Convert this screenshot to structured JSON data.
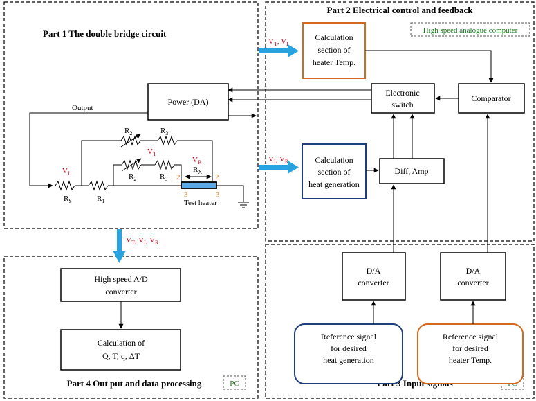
{
  "parts": {
    "p1": {
      "title": "Part 1 The double bridge circuit"
    },
    "p2": {
      "title": "Part 2 Electrical control and feedback",
      "badge": "High speed analogue computer"
    },
    "p3": {
      "title": "Part 3 Input signals",
      "badge": "PC"
    },
    "p4": {
      "title": "Part 4 Out put and data processing",
      "badge": "PC"
    }
  },
  "boxes": {
    "power": "Power (DA)",
    "calc_temp": [
      "Calculation",
      "section of",
      "heater Temp."
    ],
    "electronic_switch": [
      "Electronic",
      "switch"
    ],
    "comparator": "Comparator",
    "calc_heat": [
      "Calculation",
      "section of",
      "heat generation"
    ],
    "diff_amp": "Diff, Amp",
    "da1": [
      "D/A",
      "converter"
    ],
    "da2": [
      "D/A",
      "converter"
    ],
    "ref1": [
      "Reference signal",
      "for desired",
      "heat generation"
    ],
    "ref2": [
      "Reference signal",
      "for desired",
      "heater Temp."
    ],
    "adc": [
      "High speed A/D",
      "converter"
    ],
    "calc_out": [
      "Calculation of",
      "Q, T, q, ΔT"
    ]
  },
  "signals": {
    "arrow_top": {
      "a": "V",
      "a_sub": "T",
      "sep": ", ",
      "b": "V",
      "b_sub": "I"
    },
    "arrow_mid": {
      "a": "V",
      "a_sub": "I",
      "sep": ", ",
      "b": "V",
      "b_sub": "R"
    },
    "arrow_down": {
      "a": "V",
      "a_sub": "T",
      "sep1": ", ",
      "b": "V",
      "b_sub": "I",
      "sep2": ", ",
      "c": "V",
      "c_sub": "R"
    }
  },
  "circuit": {
    "output": "Output",
    "vi": {
      "main": "V",
      "sub": "I"
    },
    "vt": {
      "main": "V",
      "sub": "T"
    },
    "vr": {
      "main": "V",
      "sub": "R"
    },
    "rs": {
      "main": "R",
      "sub": "S"
    },
    "r1": {
      "main": "R",
      "sub": "1"
    },
    "r2a": {
      "main": "R",
      "sub": "2"
    },
    "r3a": {
      "main": "R",
      "sub": "3"
    },
    "r2b": {
      "main": "R",
      "sub": "2"
    },
    "r3b": {
      "main": "R",
      "sub": "3"
    },
    "rx": {
      "main": "R",
      "sub": "X"
    },
    "node2_left": "2",
    "node2_right": "2",
    "node3_left": "3",
    "node3_right": "3",
    "test_heater": "Test heater"
  },
  "colors": {
    "accent_blue": "#29a3df",
    "signal_red": "#d0021b",
    "box_orange": "#d2691e",
    "box_navy": "#1f3f7a",
    "badge_green": "#1a7a1a",
    "heater_fill": "#5aa9e6"
  }
}
